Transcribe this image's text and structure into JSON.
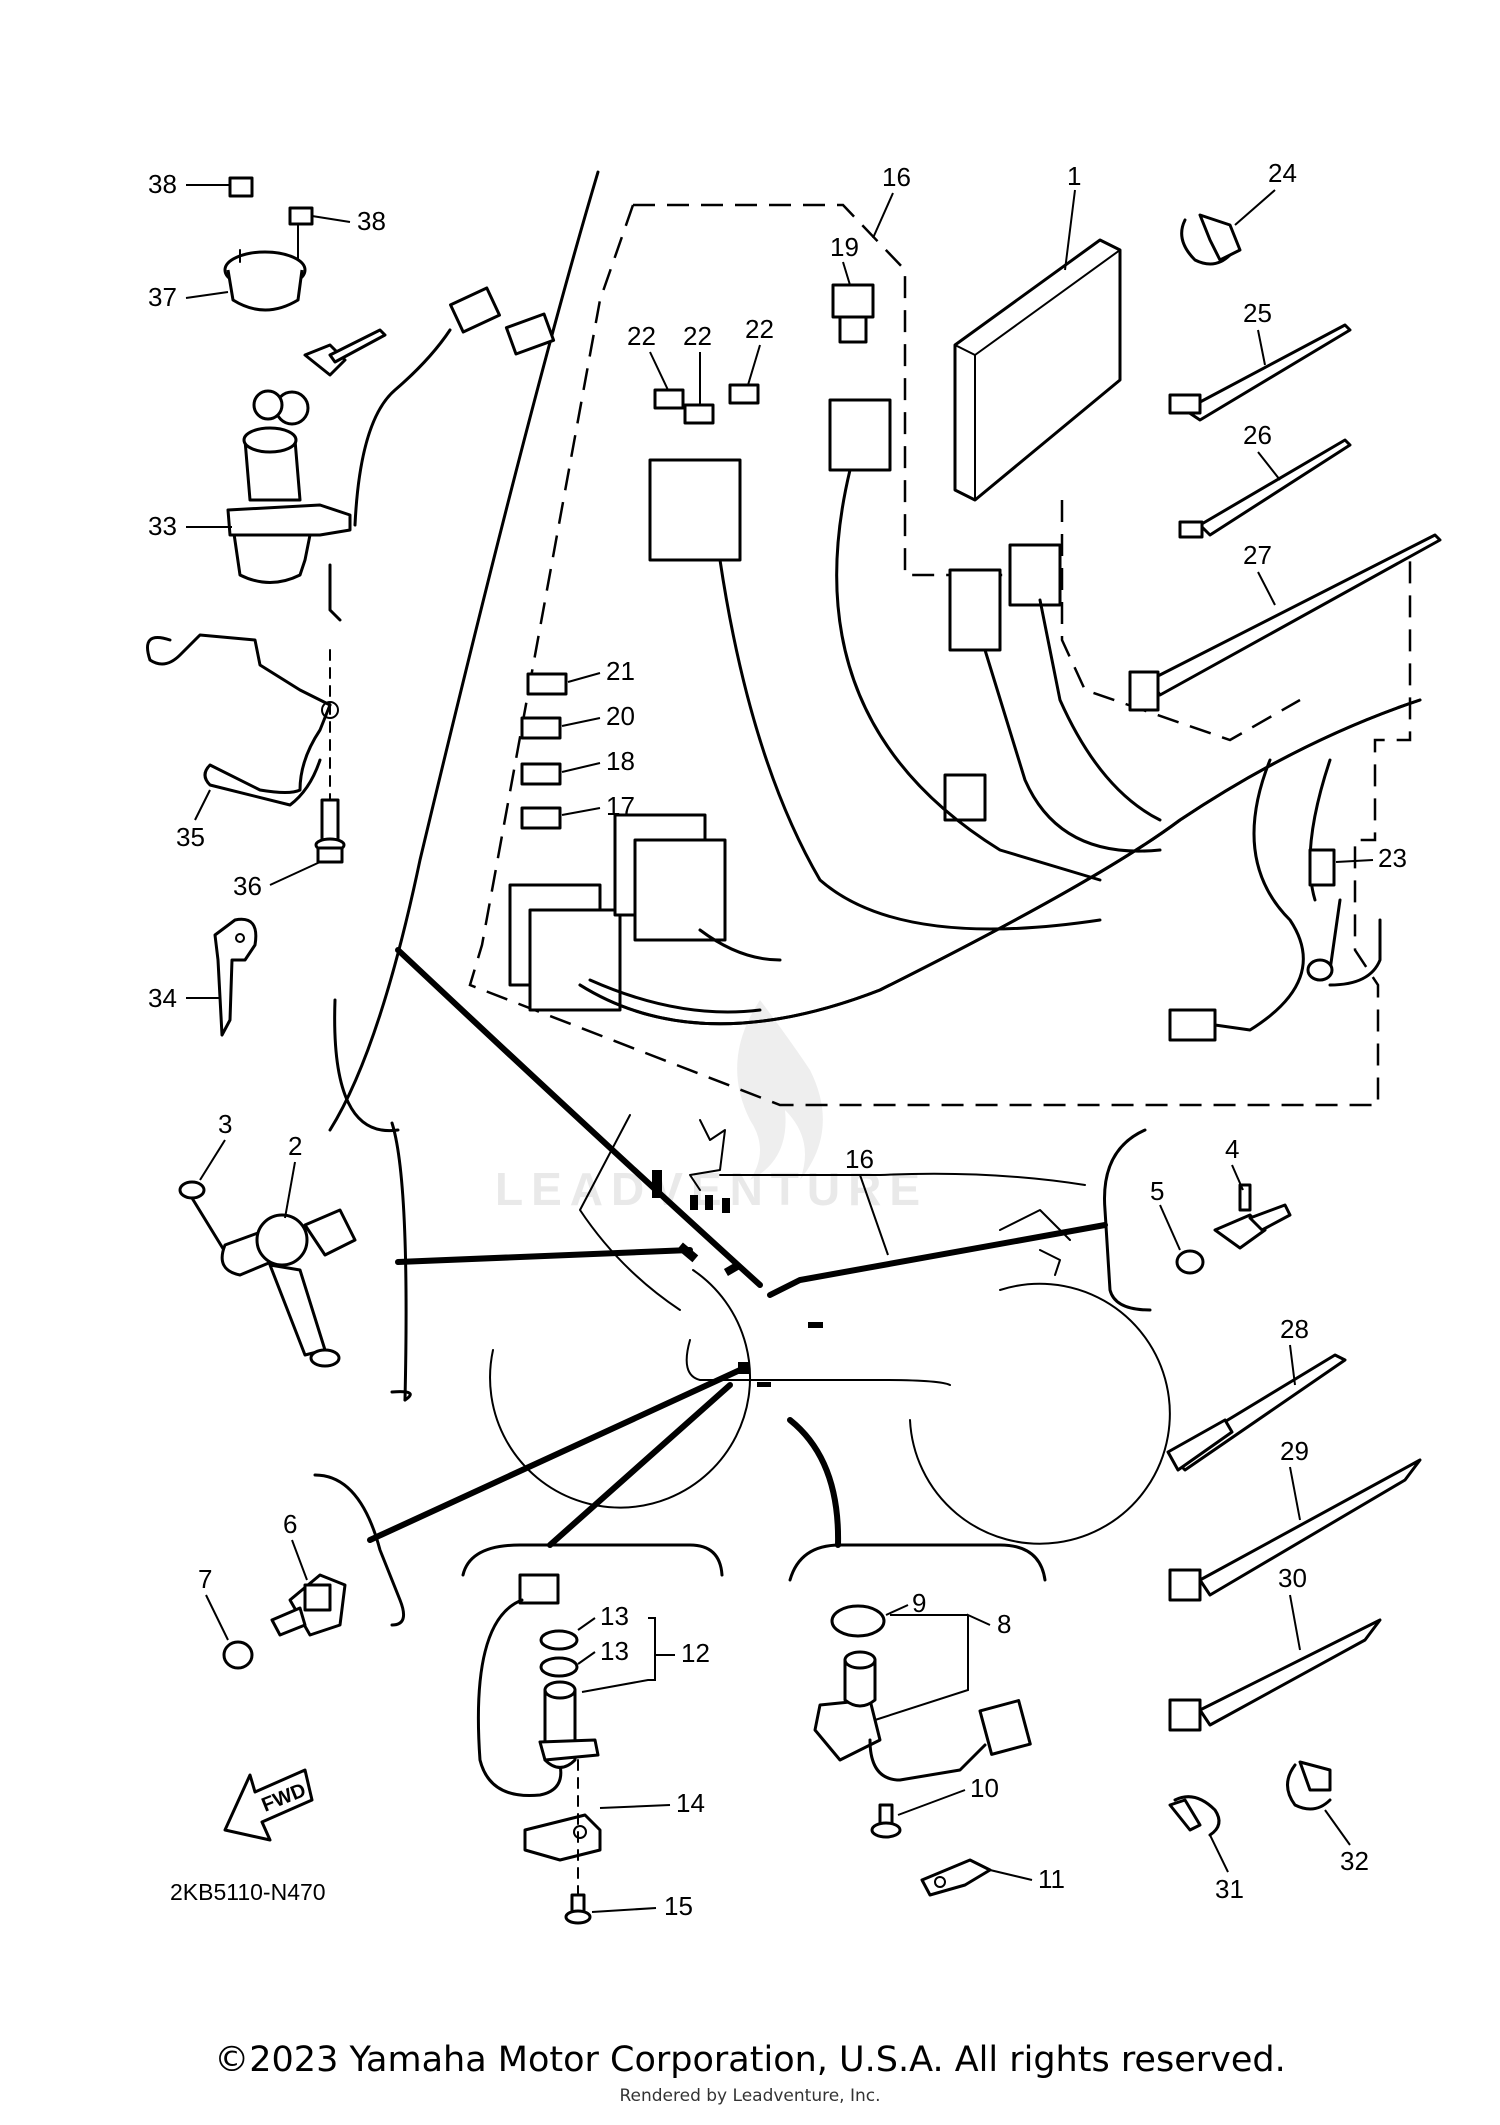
{
  "diagram_code": "2KB5110-N470",
  "fwd_label": "FWD",
  "watermark_text": "LEADVENTURE",
  "copyright": "©2023 Yamaha Motor Corporation, U.S.A. All rights reserved.",
  "rendered_by": "Rendered by Leadventure, Inc.",
  "callouts": {
    "c1": "1",
    "c2": "2",
    "c3": "3",
    "c4": "4",
    "c5": "5",
    "c6": "6",
    "c7": "7",
    "c8": "8",
    "c9": "9",
    "c10": "10",
    "c11": "11",
    "c12": "12",
    "c13a": "13",
    "c13b": "13",
    "c14": "14",
    "c15": "15",
    "c16a": "16",
    "c16b": "16",
    "c17": "17",
    "c18": "18",
    "c19": "19",
    "c20": "20",
    "c21": "21",
    "c22a": "22",
    "c22b": "22",
    "c22c": "22",
    "c23": "23",
    "c24": "24",
    "c25": "25",
    "c26": "26",
    "c27": "27",
    "c28": "28",
    "c29": "29",
    "c30": "30",
    "c31": "31",
    "c32": "32",
    "c33": "33",
    "c34": "34",
    "c35": "35",
    "c36": "36",
    "c37": "37",
    "c38a": "38",
    "c38b": "38"
  }
}
